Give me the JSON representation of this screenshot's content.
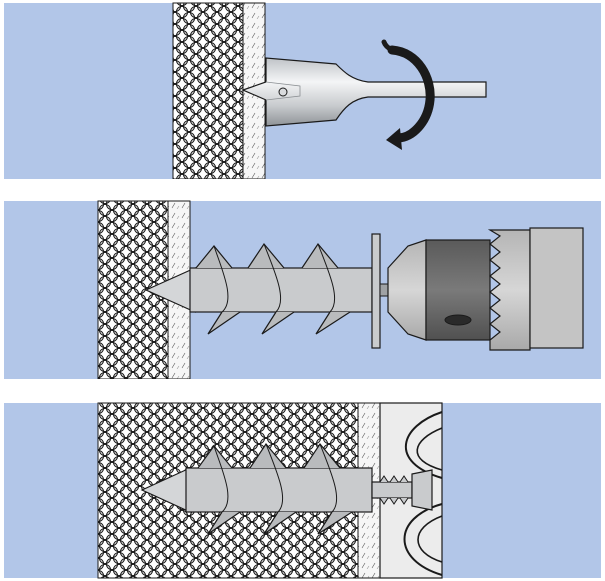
{
  "figure": {
    "steps": [
      {
        "id": 1,
        "action": "drill",
        "tool": "spade-drill-bit",
        "rotation": "clockwise-arrow"
      },
      {
        "id": 2,
        "action": "drive-anchor",
        "tool": "drill-chuck",
        "fastener": "spiral-insulation-anchor"
      },
      {
        "id": 3,
        "action": "anchor-installed",
        "fastener": "spiral-insulation-anchor",
        "fixture": "wood-batten"
      }
    ],
    "materials": [
      "insulation-board",
      "plaster-layer"
    ],
    "icons": [
      "rotation-arrow-icon",
      "spade-bit-icon",
      "drill-chuck-icon",
      "spiral-anchor-icon",
      "screw-icon",
      "wood-grain-icon"
    ],
    "colors": {
      "background_panel": "#b2c6e8",
      "separator": "#ffffff",
      "insulation": "#ffffff",
      "plaster": "#f4f4f4",
      "metal_light": "#e6e8ea",
      "metal_mid": "#c3c6c9",
      "anchor": "#c9cbcd",
      "chuck_dark": "#6c6c6c",
      "chuck_light": "#c7c7c7",
      "outline": "#1a1a1a"
    }
  }
}
